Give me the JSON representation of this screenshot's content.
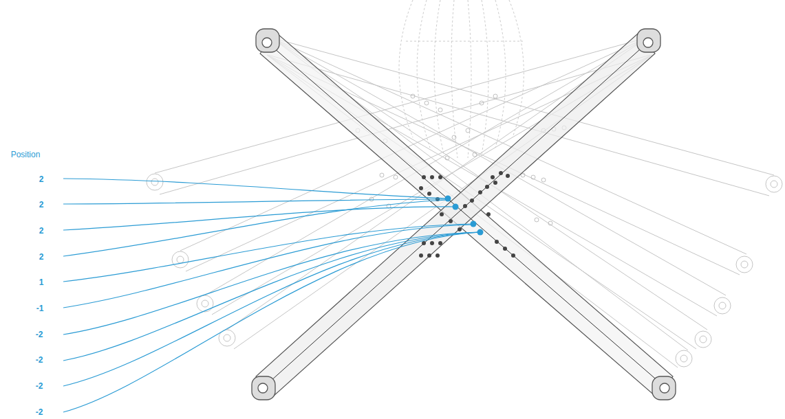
{
  "diagram": {
    "labels": [
      "Position",
      "2",
      "2",
      "2",
      "2",
      "1",
      "-1",
      "-2",
      "-2",
      "-2",
      "-2"
    ]
  }
}
